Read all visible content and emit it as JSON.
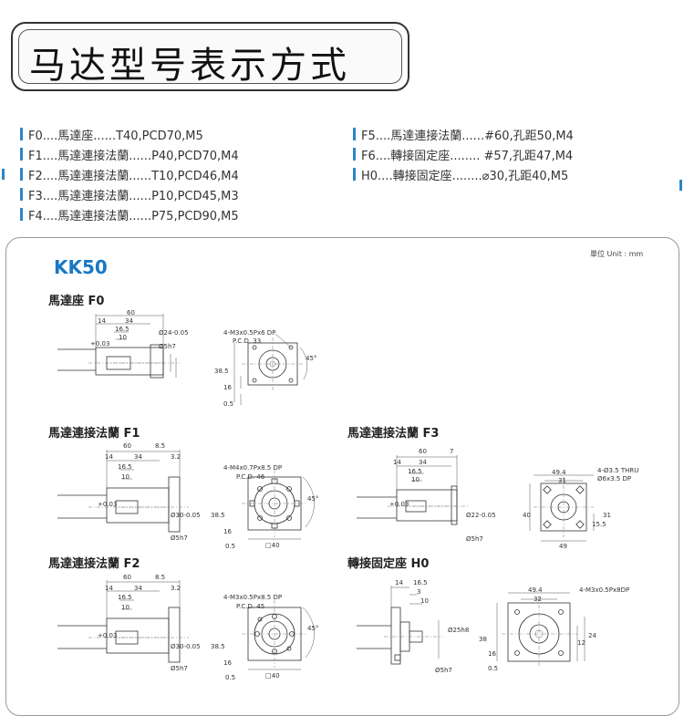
{
  "header": {
    "title": "马达型号表示方式"
  },
  "codes_left": [
    "F0....馬達座......T40,PCD70,M5",
    "F1....馬達連接法蘭......P40,PCD70,M4",
    "F2....馬達連接法蘭......T10,PCD46,M4",
    "F3....馬達連接法蘭......P10,PCD45,M3",
    "F4....馬達連接法蘭......P75,PCD90,M5"
  ],
  "codes_right": [
    "F5....馬達連接法蘭......#60,孔距50,M4",
    "F6....轉接固定座........ #57,孔距47,M4",
    "H0....轉接固定座........⌀30,孔距40,M5"
  ],
  "drawing": {
    "model": "KK50",
    "unit": "單位 Unit : mm",
    "sections": {
      "f0": {
        "title": "馬達座 F0",
        "d60": "60",
        "d14": "14",
        "d34": "34",
        "d165": "16.5",
        "d10": "10",
        "dsh": "Ø5h7",
        "dbore": "Ø24-0.05",
        "dtol": "+0.03",
        "hole": "4-M3x0.5Px6 DP",
        "pcd": "P.C.D. 33",
        "d385": "38.5",
        "d16": "16",
        "d05": "0.5",
        "ang": "45°"
      },
      "f1": {
        "title": "馬達連接法蘭 F1",
        "d60": "60",
        "d85": "8.5",
        "d14": "14",
        "d34": "34",
        "d32": "3.2",
        "d165": "16.5",
        "d10": "10",
        "dsh": "Ø5h7",
        "dbore": "Ø30-0.05",
        "dtol": "+0.03",
        "hole": "4-M4x0.7Px8.5 DP",
        "pcd": "P.C.D. 46",
        "d385": "38.5",
        "d16": "16",
        "d05": "0.5",
        "sq": "□40",
        "ang": "45°"
      },
      "f2": {
        "title": "馬達連接法蘭 F2",
        "d60": "60",
        "d85": "8.5",
        "d14": "14",
        "d34": "34",
        "d32": "3.2",
        "d165": "16.5",
        "d10": "10",
        "dsh": "Ø5h7",
        "dbore": "Ø30-0.05",
        "dtol": "+0.03",
        "hole": "4-M3x0.5Px8.5 DP",
        "pcd": "P.C.D. 45",
        "d385": "38.5",
        "d16": "16",
        "d05": "0.5",
        "sq": "□40",
        "ang": "45°"
      },
      "f3": {
        "title": "馬達連接法蘭 F3",
        "d60": "60",
        "d7": "7",
        "d14": "14",
        "d34": "34",
        "d165": "16.5",
        "d10": "10",
        "dsh": "Ø5h7",
        "dbore": "Ø22-0.05",
        "dtol": "+0.03",
        "d494": "49.4",
        "d31": "31",
        "d49": "49",
        "d40": "40",
        "d155": "15.5",
        "d31b": "31",
        "hole1": "4-Ø3.5 THRU",
        "hole2": "Ø6x3.5 DP"
      },
      "h0": {
        "title": "轉接固定座 H0",
        "d14": "14",
        "d165": "16.5",
        "d3": "3",
        "d10": "10",
        "dsh": "Ø5h7",
        "dbore": "Ø25h8",
        "d494": "49.4",
        "d32": "32",
        "hole": "4-M3x0.5Px8DP",
        "d38": "38",
        "d16": "16",
        "d05": "0.5",
        "d12": "12",
        "d24": "24"
      }
    }
  }
}
